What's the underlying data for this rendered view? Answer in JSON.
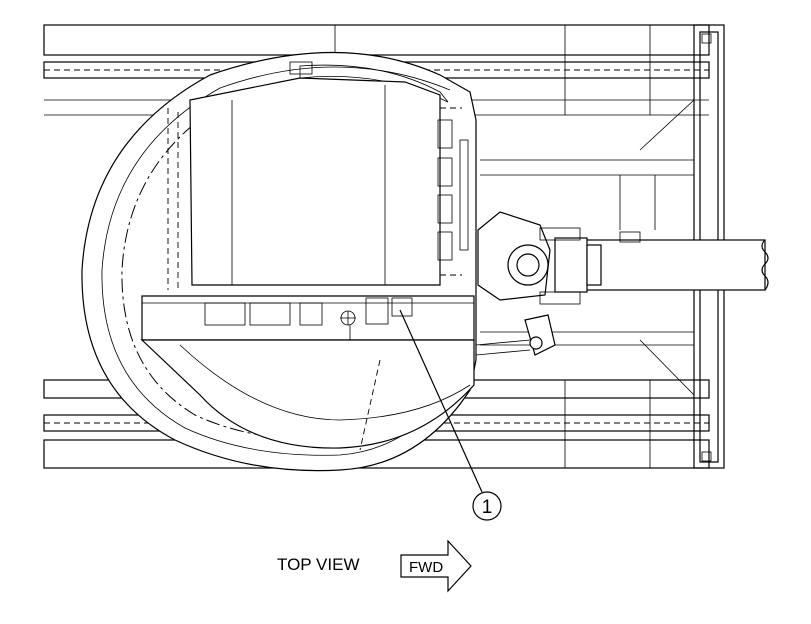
{
  "figure": {
    "view_label": "TOP VIEW",
    "direction_label": "FWD",
    "callouts": [
      {
        "label": "1"
      }
    ]
  }
}
